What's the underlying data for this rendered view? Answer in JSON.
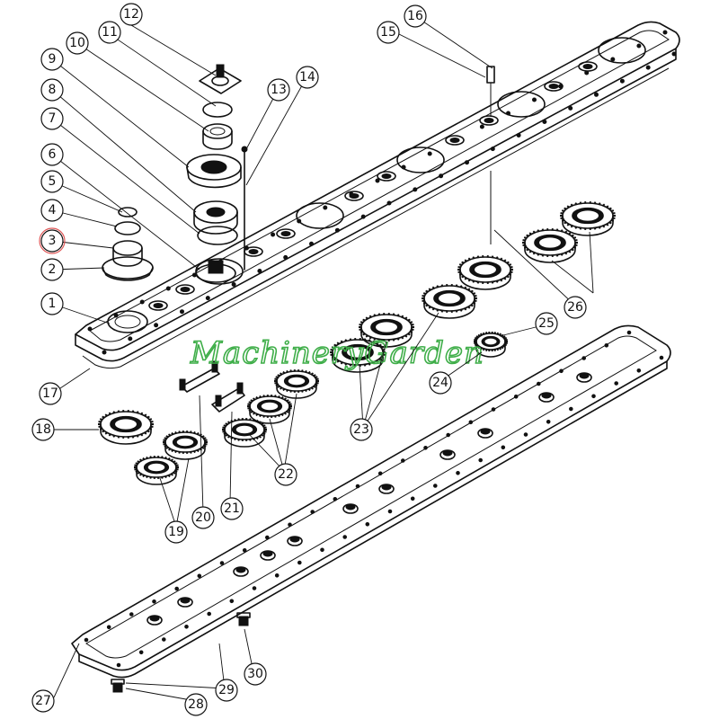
{
  "watermark": "MachineryGarden",
  "accent": {
    "watermark_color": "#3fae49",
    "highlight_color": "#e05a5a",
    "line_color": "#111111"
  },
  "highlighted_callout": "3",
  "callouts": [
    "1",
    "2",
    "3",
    "4",
    "5",
    "6",
    "7",
    "8",
    "9",
    "10",
    "11",
    "12",
    "13",
    "14",
    "15",
    "16",
    "17",
    "18",
    "19",
    "20",
    "21",
    "22",
    "23",
    "24",
    "25",
    "26",
    "27",
    "28",
    "29",
    "30"
  ]
}
